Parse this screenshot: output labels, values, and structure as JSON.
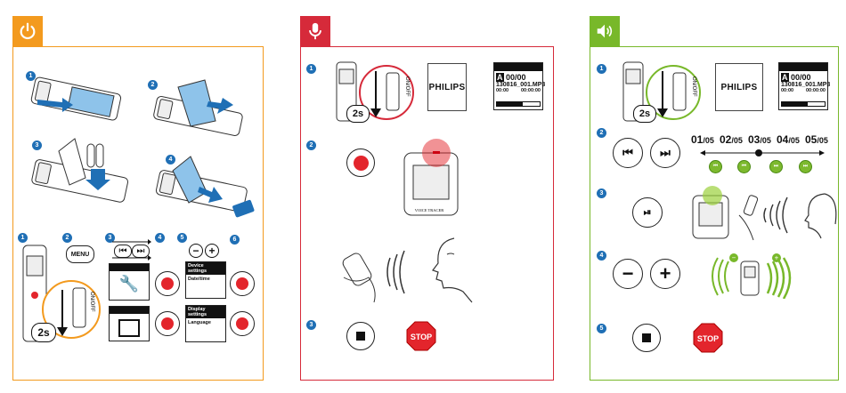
{
  "colors": {
    "orange": "#f39a1e",
    "red": "#d62a3a",
    "green": "#78b82a",
    "blue": "#1f6fb5",
    "device_blue": "#8ec3ea"
  },
  "panels": {
    "setup": {
      "tab_icon": "power-icon",
      "steps": [
        "1",
        "2",
        "3",
        "4"
      ],
      "substeps": [
        "1",
        "2",
        "3",
        "4",
        "5",
        "6"
      ],
      "menu_label": "MENU",
      "hold_label": "2s",
      "switch_label": "ON/OFF",
      "settings": [
        {
          "header": "Device settings",
          "item": "Date/time"
        },
        {
          "header": "Display settings",
          "item": "Language"
        }
      ]
    },
    "record": {
      "tab_icon": "microphone-icon",
      "steps": [
        "1",
        "2",
        "3"
      ],
      "hold_label": "2s",
      "switch_label": "ON/OFF",
      "brand": "PHILIPS",
      "device_label": "VOICE TRACER",
      "screen": {
        "mode": "A",
        "counter": "00/00",
        "file": "130816_001.MP3",
        "time_left": "00:00",
        "time_right": "00:00:00"
      },
      "stop_label": "STOP"
    },
    "playback": {
      "tab_icon": "speaker-icon",
      "steps": [
        "1",
        "2",
        "3",
        "4",
        "5"
      ],
      "hold_label": "2s",
      "switch_label": "ON/OFF",
      "brand": "PHILIPS",
      "screen": {
        "mode": "A",
        "counter": "00/00",
        "file": "130816_001.MP3",
        "time_left": "00:00",
        "time_right": "00:00:00"
      },
      "tracks": [
        {
          "n": "01",
          "t": "05"
        },
        {
          "n": "02",
          "t": "05"
        },
        {
          "n": "03",
          "t": "05"
        },
        {
          "n": "04",
          "t": "05"
        },
        {
          "n": "05",
          "t": "05"
        }
      ],
      "track_sep": "/",
      "minus_label": "−",
      "plus_label": "+",
      "stop_label": "STOP"
    }
  }
}
